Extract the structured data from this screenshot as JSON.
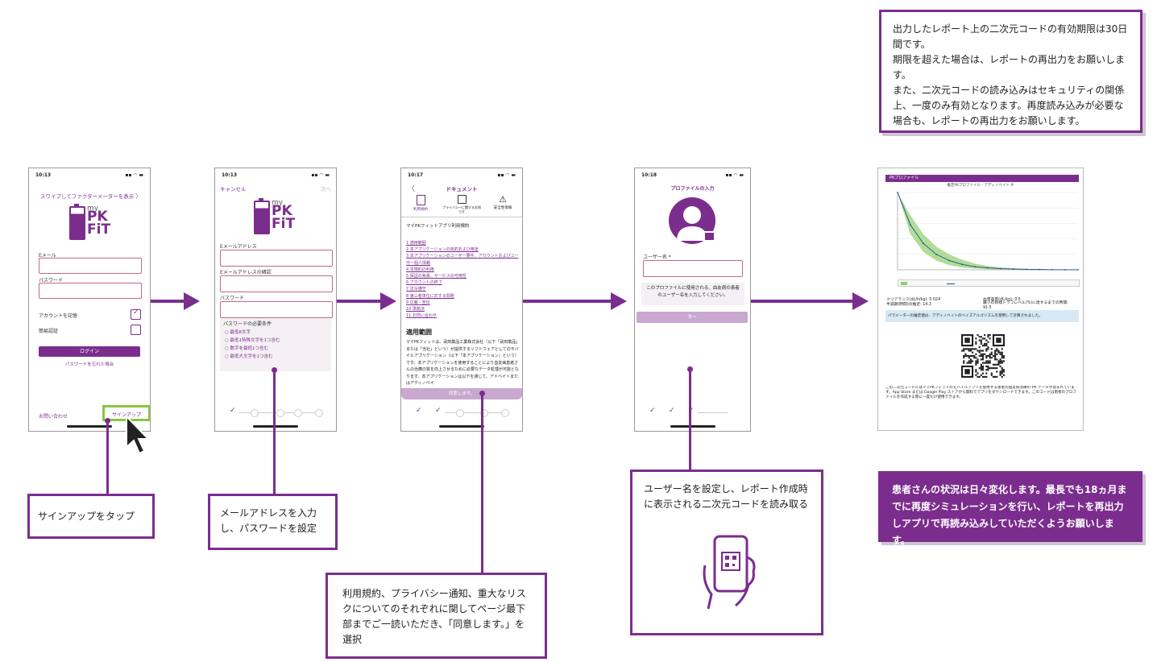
{
  "phone1": {
    "time": "10:13",
    "swipe_link": "スワイプしてファクターメーターを表示 〉",
    "logo_my": "my",
    "logo_pk": "PK",
    "logo_fit": "FiT",
    "email_label": "Eメール",
    "password_label": "パスワード",
    "remember_label": "アカウントを記憶",
    "auto_login_label": "簡易認証",
    "login_button": "ログイン",
    "forgot_link": "パスワードを忘れた場合",
    "contact_link": "お問い合わせ",
    "signup_button": "サインアップ"
  },
  "phone2": {
    "time": "10:13",
    "cancel": "キャンセル",
    "next": "次へ",
    "logo_my": "my",
    "logo_pk": "PK",
    "logo_fit": "FiT",
    "email_label": "Eメールアドレス",
    "email_confirm_label": "Eメールアドレスの確認",
    "password_label": "パスワード",
    "requirements_title": "パスワードの必要条件",
    "requirements": [
      "○ 最低8文字",
      "○ 最低1特殊文字を1つ含む",
      "○ 数字を最低1つ含む",
      "○ 最低大文字を1つ含む"
    ]
  },
  "phone3": {
    "time": "10:17",
    "back": "〈",
    "title": "ドキュメント",
    "tab1": "利用規約",
    "tab2": "プライバシーに関するお知らせ",
    "tab3": "安全性情報",
    "doc_title": "マイPKフィットアプリ利用規約",
    "toc": [
      "1 適用範囲",
      "2 本アプリケーションの目的および用途",
      "3 本アプリケーションのユーザー要件、アカウントおよびユーザー個人情報",
      "4 本規約の利用",
      "5 保証の免責、サービスの可用性",
      "6 アカウントの終了",
      "7 法令遵守",
      "8 第三者単位に対する問題",
      "9 広報・宣伝",
      "10 準拠法",
      "11 お問い合わせ"
    ],
    "section_heading": "適用範囲",
    "body": "マイPKフィットは、武田薬品工業株式会社（以下「武田薬品」または「当社」という）が提供するソフトウェアとしてのモバイルアプリケーション（以下「本アプリケーション」という）です。本アプリケーションを使用することにより血友病患者さんの治療の質を向上させるために必要なデータ処理が可能となります。本アプリケーションは以下を通じて、アドベイトまたはアディノベイ",
    "agree_button": "同意します。"
  },
  "phone4": {
    "time": "10:18",
    "title": "プロファイルの入力",
    "username_label": "ユーザー名 *",
    "note": "このプロファイルに使用される、血友病の患者のユーザー名を入力してください。",
    "next_button": "次へ"
  },
  "report": {
    "header": "PKプロファイル",
    "chart_title": "推定PKプロファイル - アディノベイト ®",
    "stat1": "クリアランス(dL/h/kg): 0.024",
    "stat2": "半減期(時間)の推定: 14.3",
    "stat3": "血漿容量(dL/kg): 0.5",
    "stat4": "最小の目標トラフレベル(%)に達するまでの時間: 91.5",
    "notice": "パラメーターの推定値は、アディノベイトのベイズアルゴリズムを使用して計算されました。",
    "footer_text": "この二次元コードにはマイPKフィットのモバイルアプリを使用する患者の血友病治療の PK データが含まれています。App Store または Google Play ストアから無料でアプリをダウンロードできます。このコードは患者のプロファイルを作成する際に一度だけ使用できます。"
  },
  "info_box": "出力したレポート上の二次元コードの有効期限は30日間です。\n期限を超えた場合は、レポートの再出力をお願いします。\nまた、二次元コードの読み込みはセキュリティの関係上、一度のみ有効となります。再度読み込みが必要な場合も、レポートの再出力をお願いします。",
  "callouts": {
    "step1": "サインアップをタップ",
    "step2": "メールアドレスを入力し、パスワードを設定",
    "step3": "利用規約、プライバシー通知、重大なリスクについてのそれぞれに関してページ最下部までご一読いただき、「同意します。」を選択",
    "step4": "ユーザー名を設定し、レポート作成時に表示される二次元コードを読み取る",
    "step5": "患者さんの状況は日々変化します。最長でも18ヵ月までに再度シミュレーションを行い、レポートを再出力しアプリで再読み込みしていただくようお願いします。"
  },
  "chart_data": {
    "type": "line",
    "title": "推定PKプロファイル - アディノベイト ®",
    "x": [
      0,
      12,
      24,
      36,
      48,
      60,
      72,
      84,
      96,
      108,
      120,
      132,
      144,
      156,
      168
    ],
    "series": [
      {
        "values": [
          100,
          58,
          34,
          20,
          12,
          7,
          4,
          2.5,
          1.5,
          1,
          0.6,
          0.4,
          0.2,
          0.1,
          0.1
        ]
      }
    ],
    "band_upper": [
      100,
      70,
      46,
      30,
      20,
      13,
      8,
      5,
      3,
      2,
      1.2,
      0.8,
      0.5,
      0.3,
      0.2
    ],
    "band_lower": [
      100,
      46,
      23,
      12,
      6,
      3,
      1.5,
      0.8,
      0.4,
      0.2,
      0.1,
      0.1,
      0,
      0,
      0
    ],
    "ylim": [
      0,
      100
    ],
    "colors": {
      "line": "#1f4e8f",
      "band": "#8fcf6b"
    }
  },
  "colors": {
    "accent": "#7b2d8e",
    "highlight": "#8bc53f"
  }
}
